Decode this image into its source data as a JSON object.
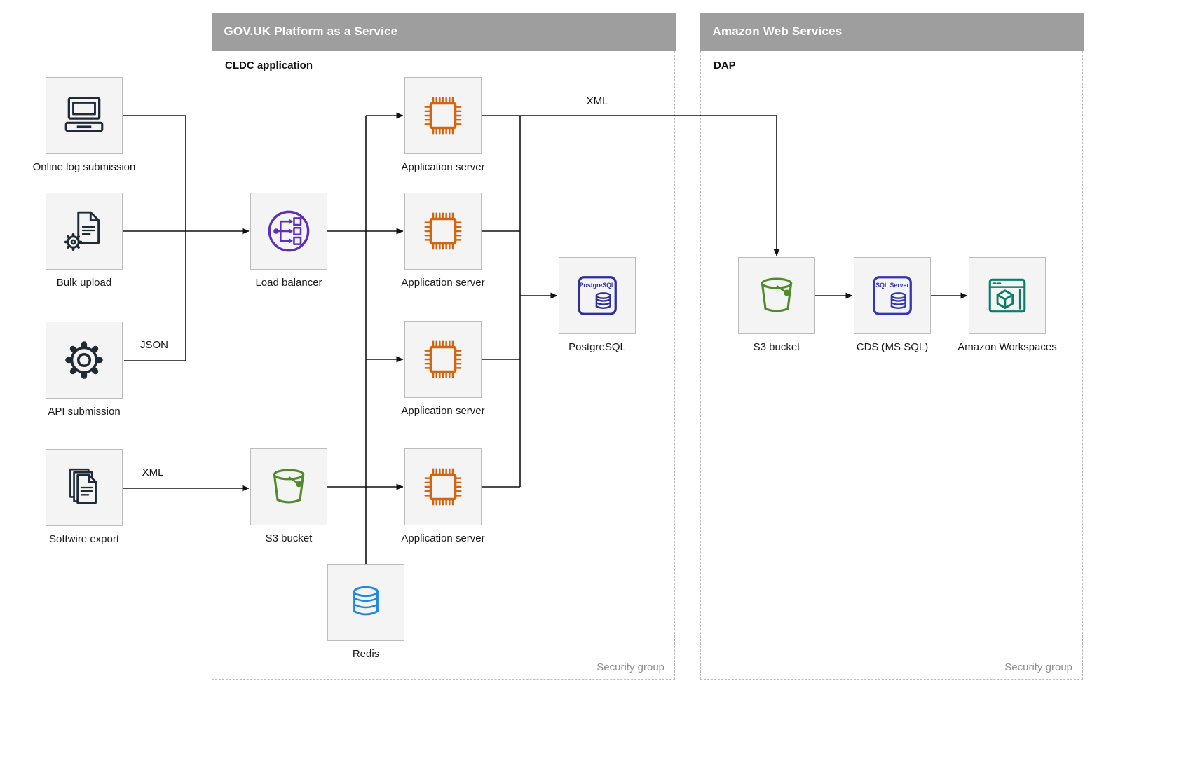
{
  "containers": {
    "paas": {
      "title": "GOV.UK Platform as a Service",
      "tag": "CLDC application",
      "footer": "Security group"
    },
    "aws": {
      "title": "Amazon Web Services",
      "tag": "DAP",
      "footer": "Security group"
    }
  },
  "nodes": {
    "online_log": "Online log submission",
    "bulk_upload": "Bulk upload",
    "api_submission": "API submission",
    "softwire_export": "Softwire export",
    "load_balancer": "Load balancer",
    "app_server_1": "Application server",
    "app_server_2": "Application server",
    "app_server_3": "Application server",
    "app_server_4": "Application server",
    "postgresql": "PostgreSQL",
    "s3_bucket_paas": "S3 bucket",
    "redis": "Redis",
    "s3_bucket_aws": "S3 bucket",
    "cds": "CDS (MS SQL)",
    "workspaces": "Amazon Workspaces"
  },
  "edge_labels": {
    "json": "JSON",
    "xml_softwire": "XML",
    "xml_app_to_s3": "XML"
  },
  "icon_badges": {
    "postgresql": "PostgreSQL",
    "sql_server": "SQL Server"
  },
  "colors": {
    "header_bg": "#9e9e9e",
    "node_fill": "#f4f4f4",
    "node_border": "#bcbcbc",
    "dark_icon": "#1f2a37",
    "load_balancer": "#5a31b8",
    "app_server": "#d4650f",
    "postgresql": "#2e2f9e",
    "s3_bucket": "#4d8c27",
    "redis": "#1e88e5",
    "sql_server": "#3337b5",
    "workspaces": "#0a7d67",
    "line": "#111111"
  }
}
